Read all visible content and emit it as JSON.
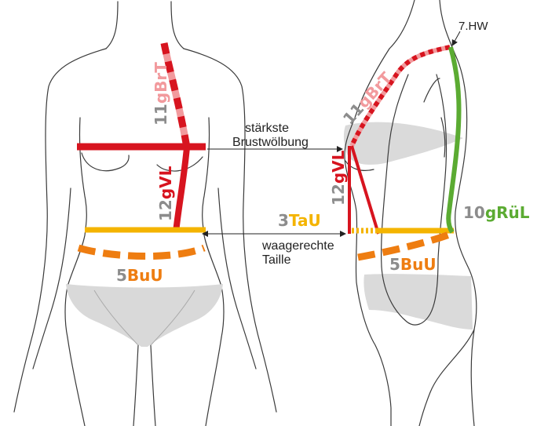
{
  "colors": {
    "red": "#d7141f",
    "pink": "#f29a9d",
    "yellow": "#f4b400",
    "orange": "#ee7d11",
    "green": "#5bab32",
    "gray": "#8c8c8c",
    "shade": "#d9d9d9",
    "outline": "#3a3a3a"
  },
  "front": {
    "brt": {
      "num": "11",
      "code": "gBrT"
    },
    "vl": {
      "num": "12",
      "code": "gVL"
    },
    "buu": {
      "num": "5",
      "code": "BuU"
    }
  },
  "side": {
    "brt": {
      "num": "11",
      "code": "gBrT"
    },
    "vl": {
      "num": "12",
      "code": "gVL"
    },
    "tau": {
      "num": "3",
      "code": "TaU"
    },
    "buu": {
      "num": "5",
      "code": "BuU"
    },
    "rul": {
      "num": "10",
      "code": "gRüL"
    },
    "hw": "7.HW"
  },
  "annotations": {
    "bust_line1": "stärkste",
    "bust_line2": "Brustwölbung",
    "waist_line1": "waagerechte",
    "waist_line2": "Taille"
  }
}
